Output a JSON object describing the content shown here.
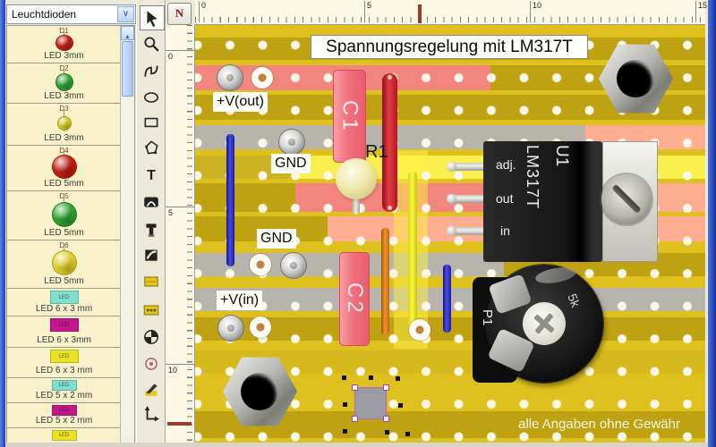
{
  "window": {
    "app": "stripboard layout editor"
  },
  "sidebar": {
    "dropdown": {
      "value": "Leuchtdioden"
    },
    "items": [
      {
        "designator": "D1",
        "label": "LED 3mm",
        "color": "#C41E14",
        "shape": "round-18",
        "icon_text": ""
      },
      {
        "designator": "D2",
        "label": "LED 3mm",
        "color": "#2FA32F",
        "shape": "round-18",
        "icon_text": ""
      },
      {
        "designator": "D3",
        "label": "LED 3mm",
        "color": "#D8C920",
        "shape": "round-14",
        "icon_text": ""
      },
      {
        "designator": "D4",
        "label": "LED 5mm",
        "color": "#C41E14",
        "shape": "round-26",
        "icon_text": ""
      },
      {
        "designator": "D5",
        "label": "LED 5mm",
        "color": "#2FA32F",
        "shape": "round-26",
        "icon_text": ""
      },
      {
        "designator": "D6",
        "label": "LED 5mm",
        "color": "#DFD028",
        "shape": "round-26",
        "icon_text": ""
      },
      {
        "designator": "",
        "label": "LED 6 x 3 mm",
        "color": "#7FDFCF",
        "shape": "rect-30",
        "icon_text": "LED"
      },
      {
        "designator": "",
        "label": "LED 6 x 3mm",
        "color": "#C3188C",
        "shape": "rect-30",
        "icon_text": "LED"
      },
      {
        "designator": "",
        "label": "LED 6 x 3 mm",
        "color": "#E8E229",
        "shape": "rect-30",
        "icon_text": "LED"
      },
      {
        "designator": "",
        "label": "LED 5 x 2 mm",
        "color": "#7FDFCF",
        "shape": "rect-26",
        "icon_text": "LED"
      },
      {
        "designator": "",
        "label": "LED 5 x 2 mm",
        "color": "#C3188C",
        "shape": "rect-26",
        "icon_text": "LED"
      },
      {
        "designator": "",
        "label": "",
        "color": "#E8E229",
        "shape": "rect-26",
        "icon_text": "LED"
      }
    ]
  },
  "toolbar": {
    "tools": [
      {
        "name": "select"
      },
      {
        "name": "zoom"
      },
      {
        "name": "wire"
      },
      {
        "name": "ellipse"
      },
      {
        "name": "rectangle"
      },
      {
        "name": "polygon"
      },
      {
        "name": "text",
        "glyph": "T"
      },
      {
        "name": "jumper"
      },
      {
        "name": "solder-stamp"
      },
      {
        "name": "strip-cutter"
      },
      {
        "name": "board"
      },
      {
        "name": "solder-pads"
      },
      {
        "name": "drill"
      },
      {
        "name": "measure-point"
      },
      {
        "name": "paint"
      },
      {
        "name": "dimension"
      }
    ]
  },
  "rulers": {
    "corner": "N",
    "horizontal": [
      "0",
      "5",
      "10",
      "15"
    ],
    "vertical": [
      "0",
      "5",
      "10"
    ]
  },
  "board": {
    "title": "Spannungsregelung mit LM317T",
    "disclaimer": "alle Angaben ohne Gewähr",
    "net_labels": [
      {
        "text": "+V(out)"
      },
      {
        "text": "GND"
      },
      {
        "text": "GND"
      },
      {
        "text": "+V(in)"
      }
    ],
    "components": {
      "c1": "C1",
      "c2": "C2",
      "r1": "R1",
      "u1": {
        "ref": "U1",
        "part": "LM317T",
        "pins": [
          "adj.",
          "out",
          "in"
        ]
      },
      "p1": {
        "ref": "P1",
        "value": "5k"
      }
    }
  },
  "colors": {
    "board-yellow": "#DEC11E",
    "strip-olive": "#BEA212",
    "strip-pink": "#F2857E",
    "strip-salmon": "#FFAD90",
    "strip-gray": "#B7B4AC",
    "strip-bright": "#F9EF4D",
    "cap-pink": "#F1707E",
    "resistor-red": "#D42530",
    "wire-blue": "#2A2AC0",
    "wire-orange": "#F09428",
    "wire-yellow": "#FBF840",
    "hole-white": "#FBF8EA"
  }
}
